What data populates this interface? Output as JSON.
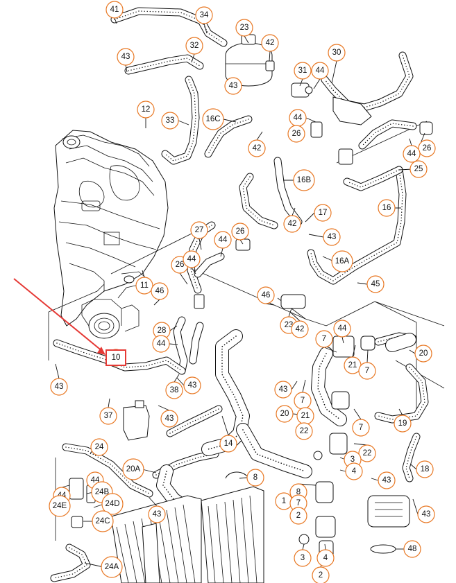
{
  "colors": {
    "callout_ring": "#e87722",
    "highlight": "#e53935",
    "ink": "#111111"
  },
  "highlighted_label": "10",
  "callouts": [
    "41",
    "34",
    "23",
    "42",
    "32",
    "43",
    "30",
    "31",
    "44",
    "43",
    "12",
    "33",
    "16C",
    "44",
    "26",
    "42",
    "26",
    "44",
    "25",
    "16B",
    "16",
    "17",
    "42",
    "27",
    "26",
    "44",
    "43",
    "26",
    "44",
    "16A",
    "11",
    "46",
    "45",
    "46",
    "23",
    "28",
    "44",
    "44",
    "42",
    "7",
    "20",
    "10",
    "21",
    "7",
    "43",
    "38",
    "43",
    "7",
    "20",
    "21",
    "22",
    "43",
    "37",
    "43",
    "7",
    "19",
    "14",
    "24",
    "22",
    "3",
    "20A",
    "8",
    "4",
    "44",
    "43",
    "18",
    "44",
    "24B",
    "8",
    "24D",
    "24E",
    "24C",
    "1",
    "7",
    "2",
    "43",
    "43",
    "3",
    "4",
    "48",
    "24A",
    "2"
  ]
}
